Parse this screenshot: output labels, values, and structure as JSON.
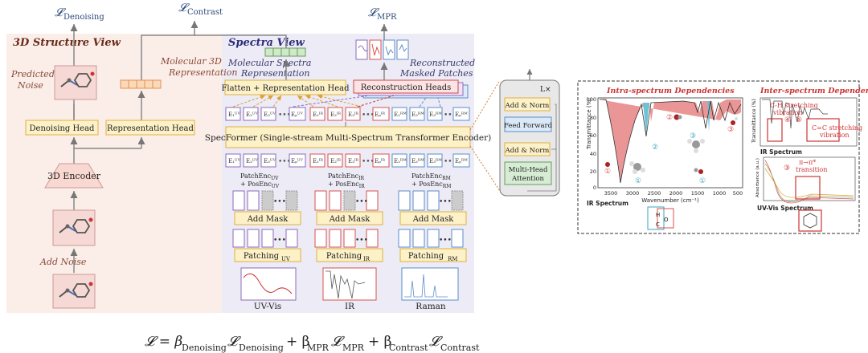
{
  "losses": {
    "denoising": "𝓛",
    "denoising_sub": "Denoising",
    "contrast": "𝓛",
    "contrast_sub": "Contrast",
    "mpr": "𝓛",
    "mpr_sub": "MPR"
  },
  "structure_view": {
    "title": "3D Structure View",
    "predicted_noise": [
      "Predicted",
      "Noise"
    ],
    "molecular_3d_rep": [
      "Molecular 3D",
      "Representation"
    ],
    "denoising_head": "Denoising Head",
    "representation_head": "Representation Head",
    "encoder": "3D Encoder",
    "add_noise": "Add Noise"
  },
  "spectra_view": {
    "title": "Spectra View",
    "molecular_spectra_rep": [
      "Molecular Spectra",
      "Representation"
    ],
    "reconstructed": [
      "Reconstructed",
      "Masked Patches"
    ],
    "flatten_head": "Flatten + Representation Head",
    "reconstruction_heads": "Reconstruction Heads",
    "specformer": "SpecFormer (Single-stream Multi-Spectrum Transformer Encoder)",
    "dots": "•••",
    "columns": [
      {
        "posenc_1": "PatchEnc",
        "posenc_1_sub": "UV",
        "posenc_2": "+ PosEnc",
        "posenc_2_sub": "UV",
        "add_mask": "Add Mask",
        "patching": "Patching",
        "patching_sub": "UV",
        "spectrum": "UV-Vis",
        "color": "#8e6bb8"
      },
      {
        "posenc_1": "PatchEnc",
        "posenc_1_sub": "IR",
        "posenc_2": "+ PosEnc",
        "posenc_2_sub": "IR",
        "add_mask": "Add Mask",
        "patching": "Patching",
        "patching_sub": "IR",
        "spectrum": "IR",
        "color": "#d9534f"
      },
      {
        "posenc_1": "PatchEnc",
        "posenc_1_sub": "RM",
        "posenc_2": "+ PosEnc",
        "posenc_2_sub": "RM",
        "add_mask": "Add Mask",
        "patching": "Patching",
        "patching_sub": "RM",
        "spectrum": "Raman",
        "color": "#5b8ec9"
      }
    ],
    "token_letter": "E"
  },
  "transformer_block": {
    "repeat": "L×",
    "add_norm_top": "Add & Norm",
    "feed_forward": "Feed Forward",
    "add_norm_bottom": "Add & Norm",
    "mha": [
      "Multi-Head",
      "Attention"
    ]
  },
  "dependencies": {
    "intra_title": "Intra-spectrum Dependencies",
    "inter_title": "Inter-spectrum Dependencies",
    "ylabel": "Transmittance (%)",
    "xlabel": "Wavenumber (cm⁻¹)",
    "y_ticks": [
      "100",
      "80",
      "60",
      "40",
      "20",
      "0"
    ],
    "x_ticks": [
      "3500",
      "3000",
      "2500",
      "2000",
      "1500",
      "1000",
      "500"
    ],
    "ir_spectrum_label": "IR Spectrum",
    "ch_stretch": [
      "C-H stretching",
      "vibration"
    ],
    "cc_stretch": [
      "C=C stretching",
      "vibration"
    ],
    "pi_transition": [
      "π→π*",
      "transition"
    ],
    "uvvis_label": "UV-Vis Spectrum",
    "absorbance": "Absorbance (a.u.)",
    "transmittance_short": "Transmittance (%)",
    "circled": [
      "①",
      "②",
      "③",
      "④",
      "⑤"
    ]
  },
  "formula": "𝓛 = β",
  "formula_parts": {
    "b1": "Denoising",
    "l1": "Denoising",
    "b2": "MPR",
    "l2": "MPR",
    "b3": "Contrast",
    "l3": "Contrast"
  }
}
